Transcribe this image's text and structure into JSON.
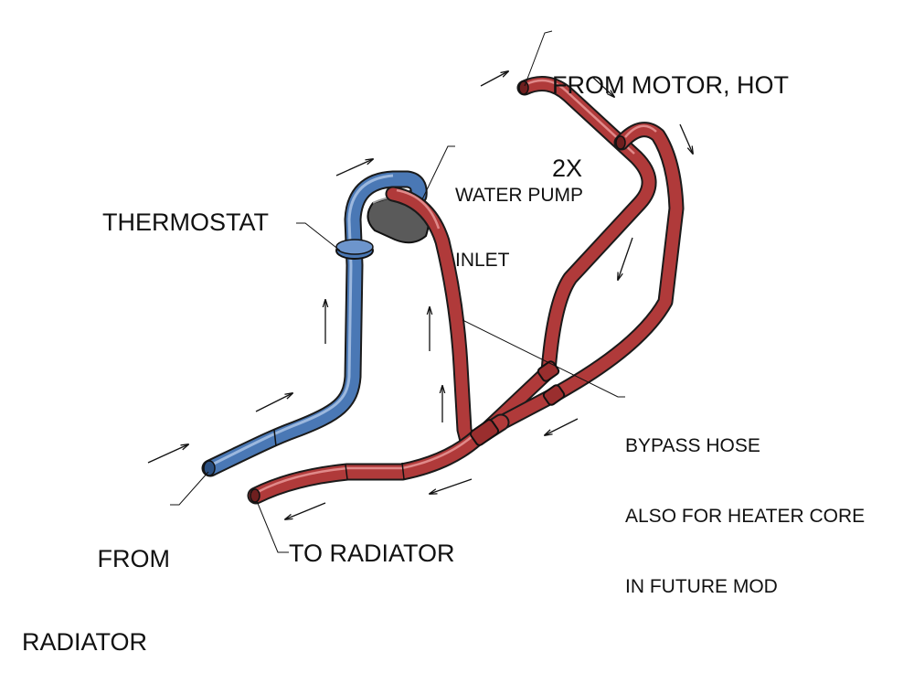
{
  "labels": {
    "from_motor": [
      "FROM MOTOR, HOT",
      "2X"
    ],
    "water_pump": [
      "WATER PUMP",
      "INLET"
    ],
    "thermostat": "THERMOSTAT",
    "bypass": [
      "BYPASS HOSE",
      "ALSO FOR HEATER CORE",
      "IN FUTURE MOD"
    ],
    "from_radiator": [
      "FROM",
      "RADIATOR"
    ],
    "to_radiator": "TO RADIATOR"
  },
  "colors": {
    "hot_hose": "#b03a3a",
    "cold_hose": "#4a78b5",
    "outline": "#1a1a1a",
    "pump_disc": "#555555"
  }
}
